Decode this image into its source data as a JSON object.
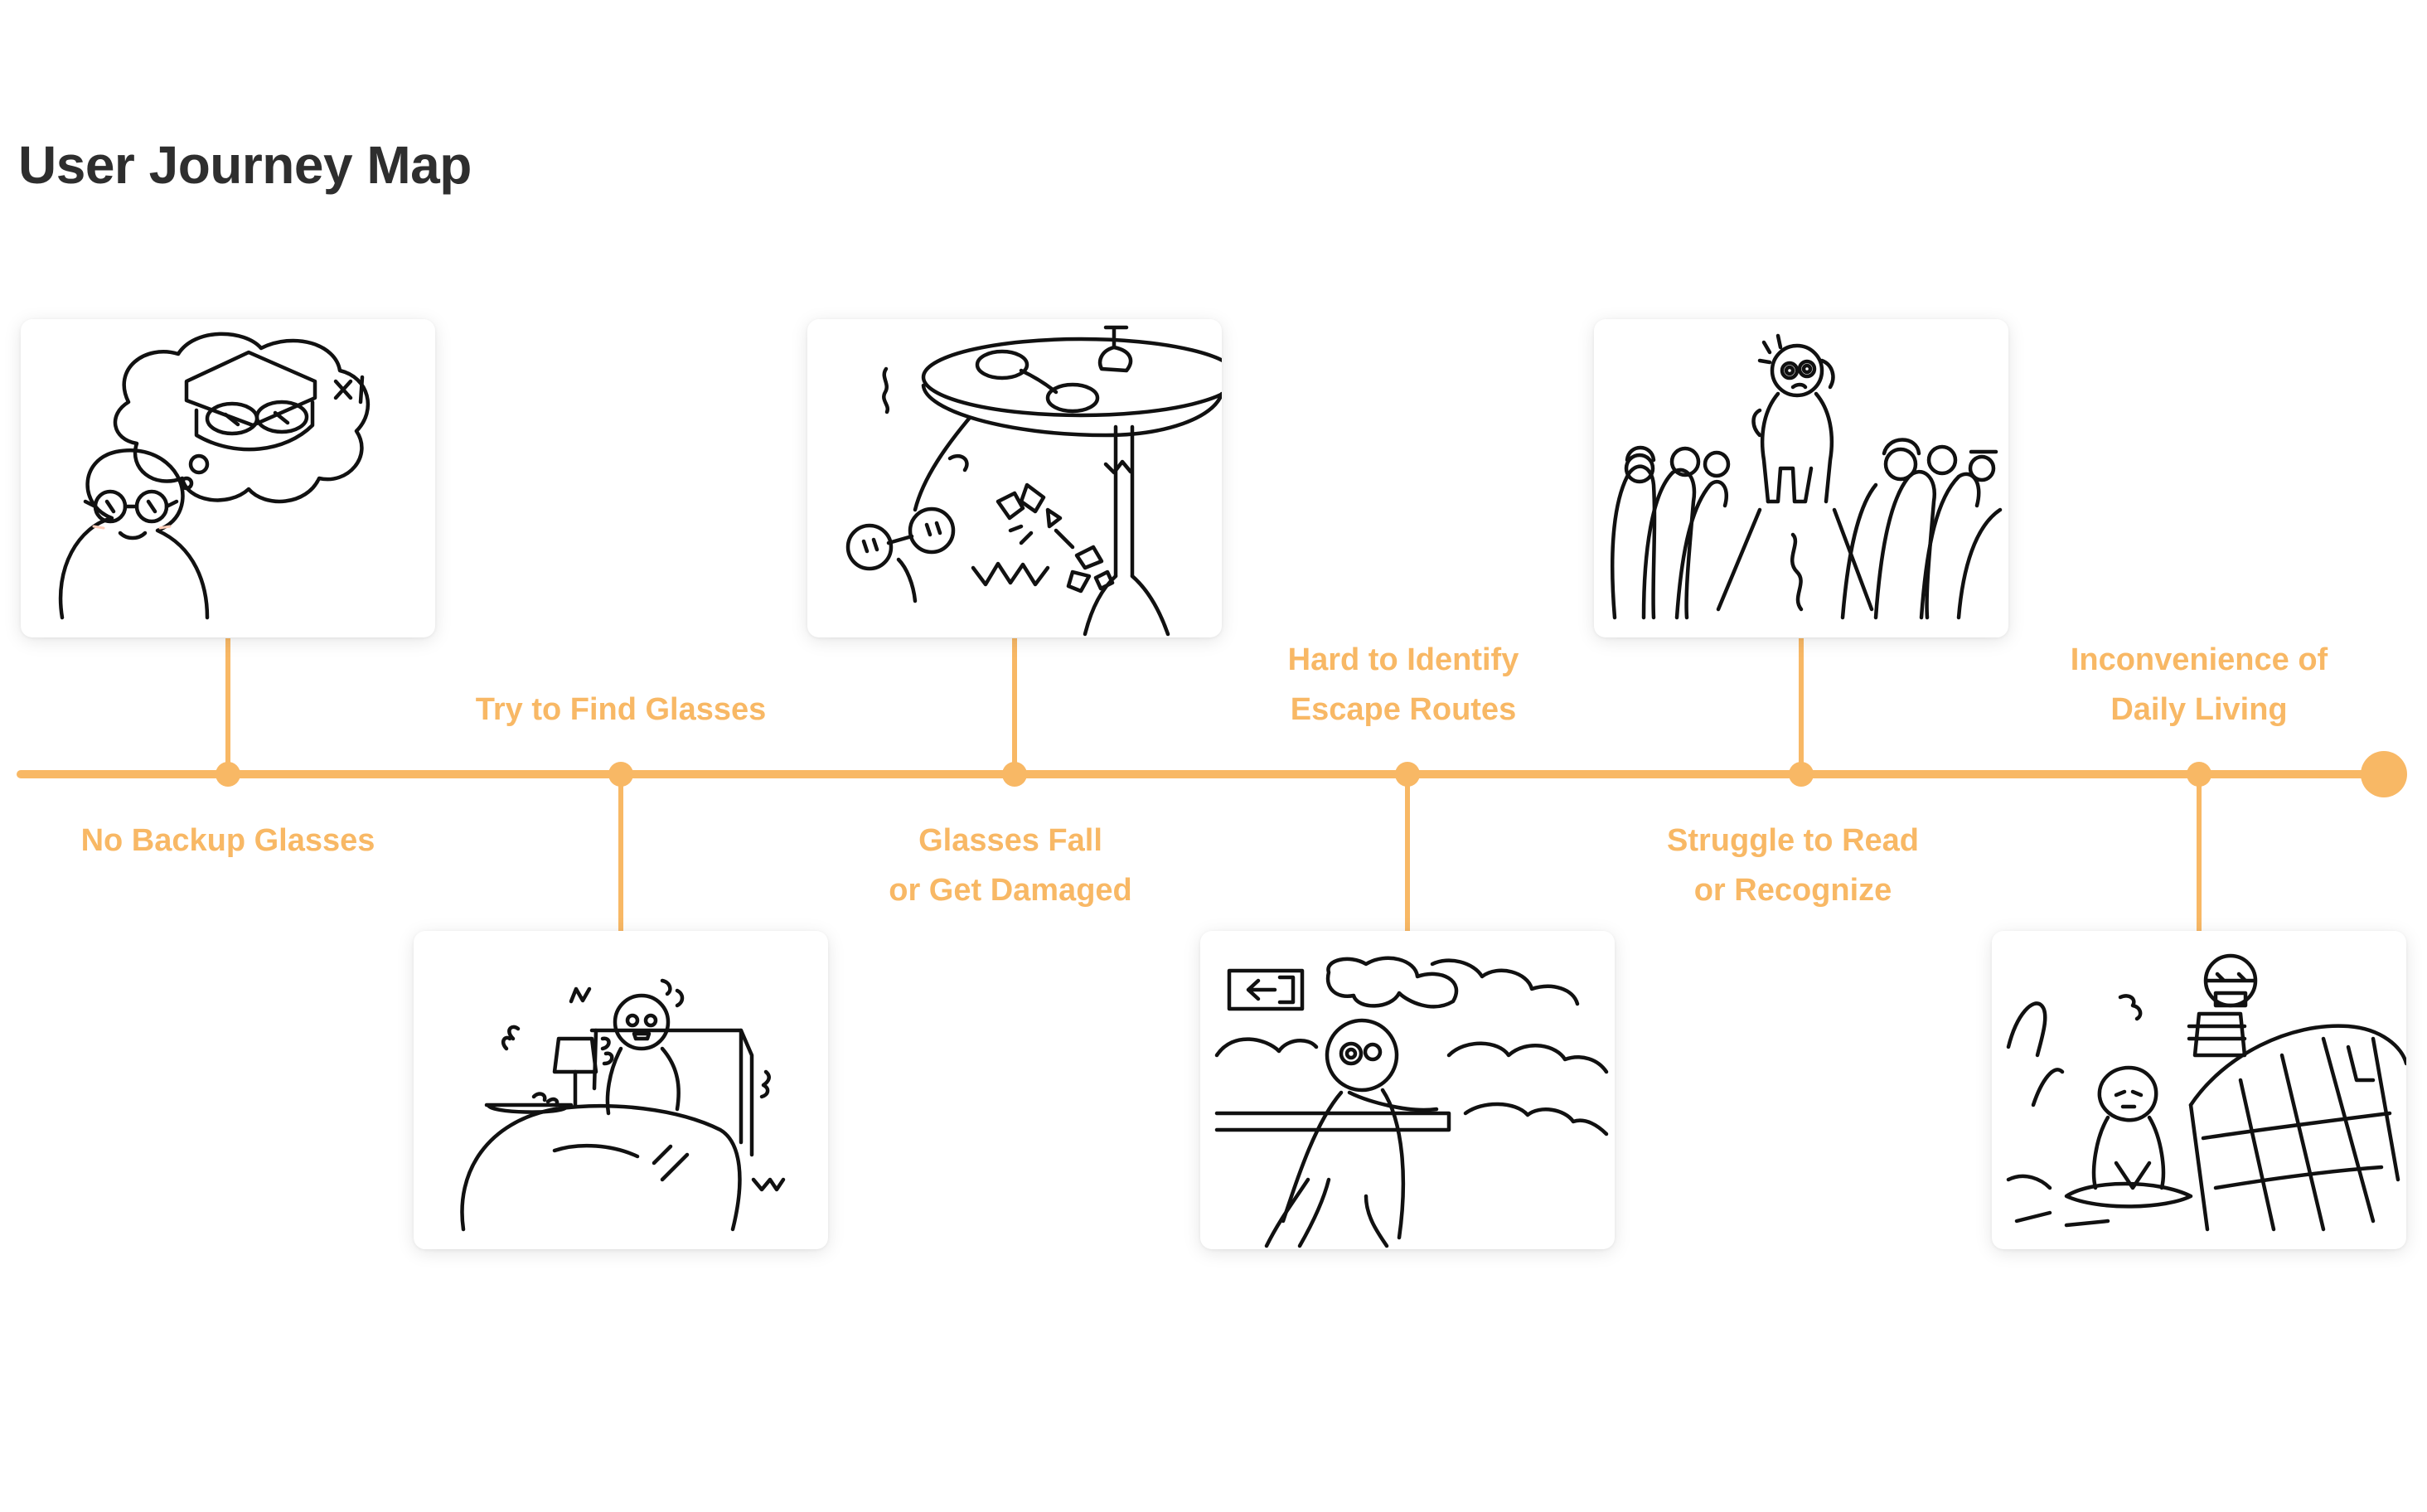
{
  "title": "User Journey Map",
  "accent_color": "#f8b865",
  "stages": [
    {
      "lines": [
        "No Backup Glasses"
      ],
      "illustration": "person-dreaming-of-glasses-case"
    },
    {
      "lines": [
        "Try to Find Glasses"
      ],
      "illustration": "person-searching-in-bed"
    },
    {
      "lines": [
        "Glasses Fall",
        "or Get Damaged"
      ],
      "illustration": "glasses-falling-off-table"
    },
    {
      "lines": [
        "Hard to Identify",
        "Escape Routes"
      ],
      "illustration": "person-in-smoke-near-exit-sign"
    },
    {
      "lines": [
        "Struggle to Read",
        "or Recognize"
      ],
      "illustration": "confused-person-in-crowd"
    },
    {
      "lines": [
        "Inconvenience of",
        "Daily Living"
      ],
      "illustration": "person-sitting-in-shelter"
    }
  ]
}
